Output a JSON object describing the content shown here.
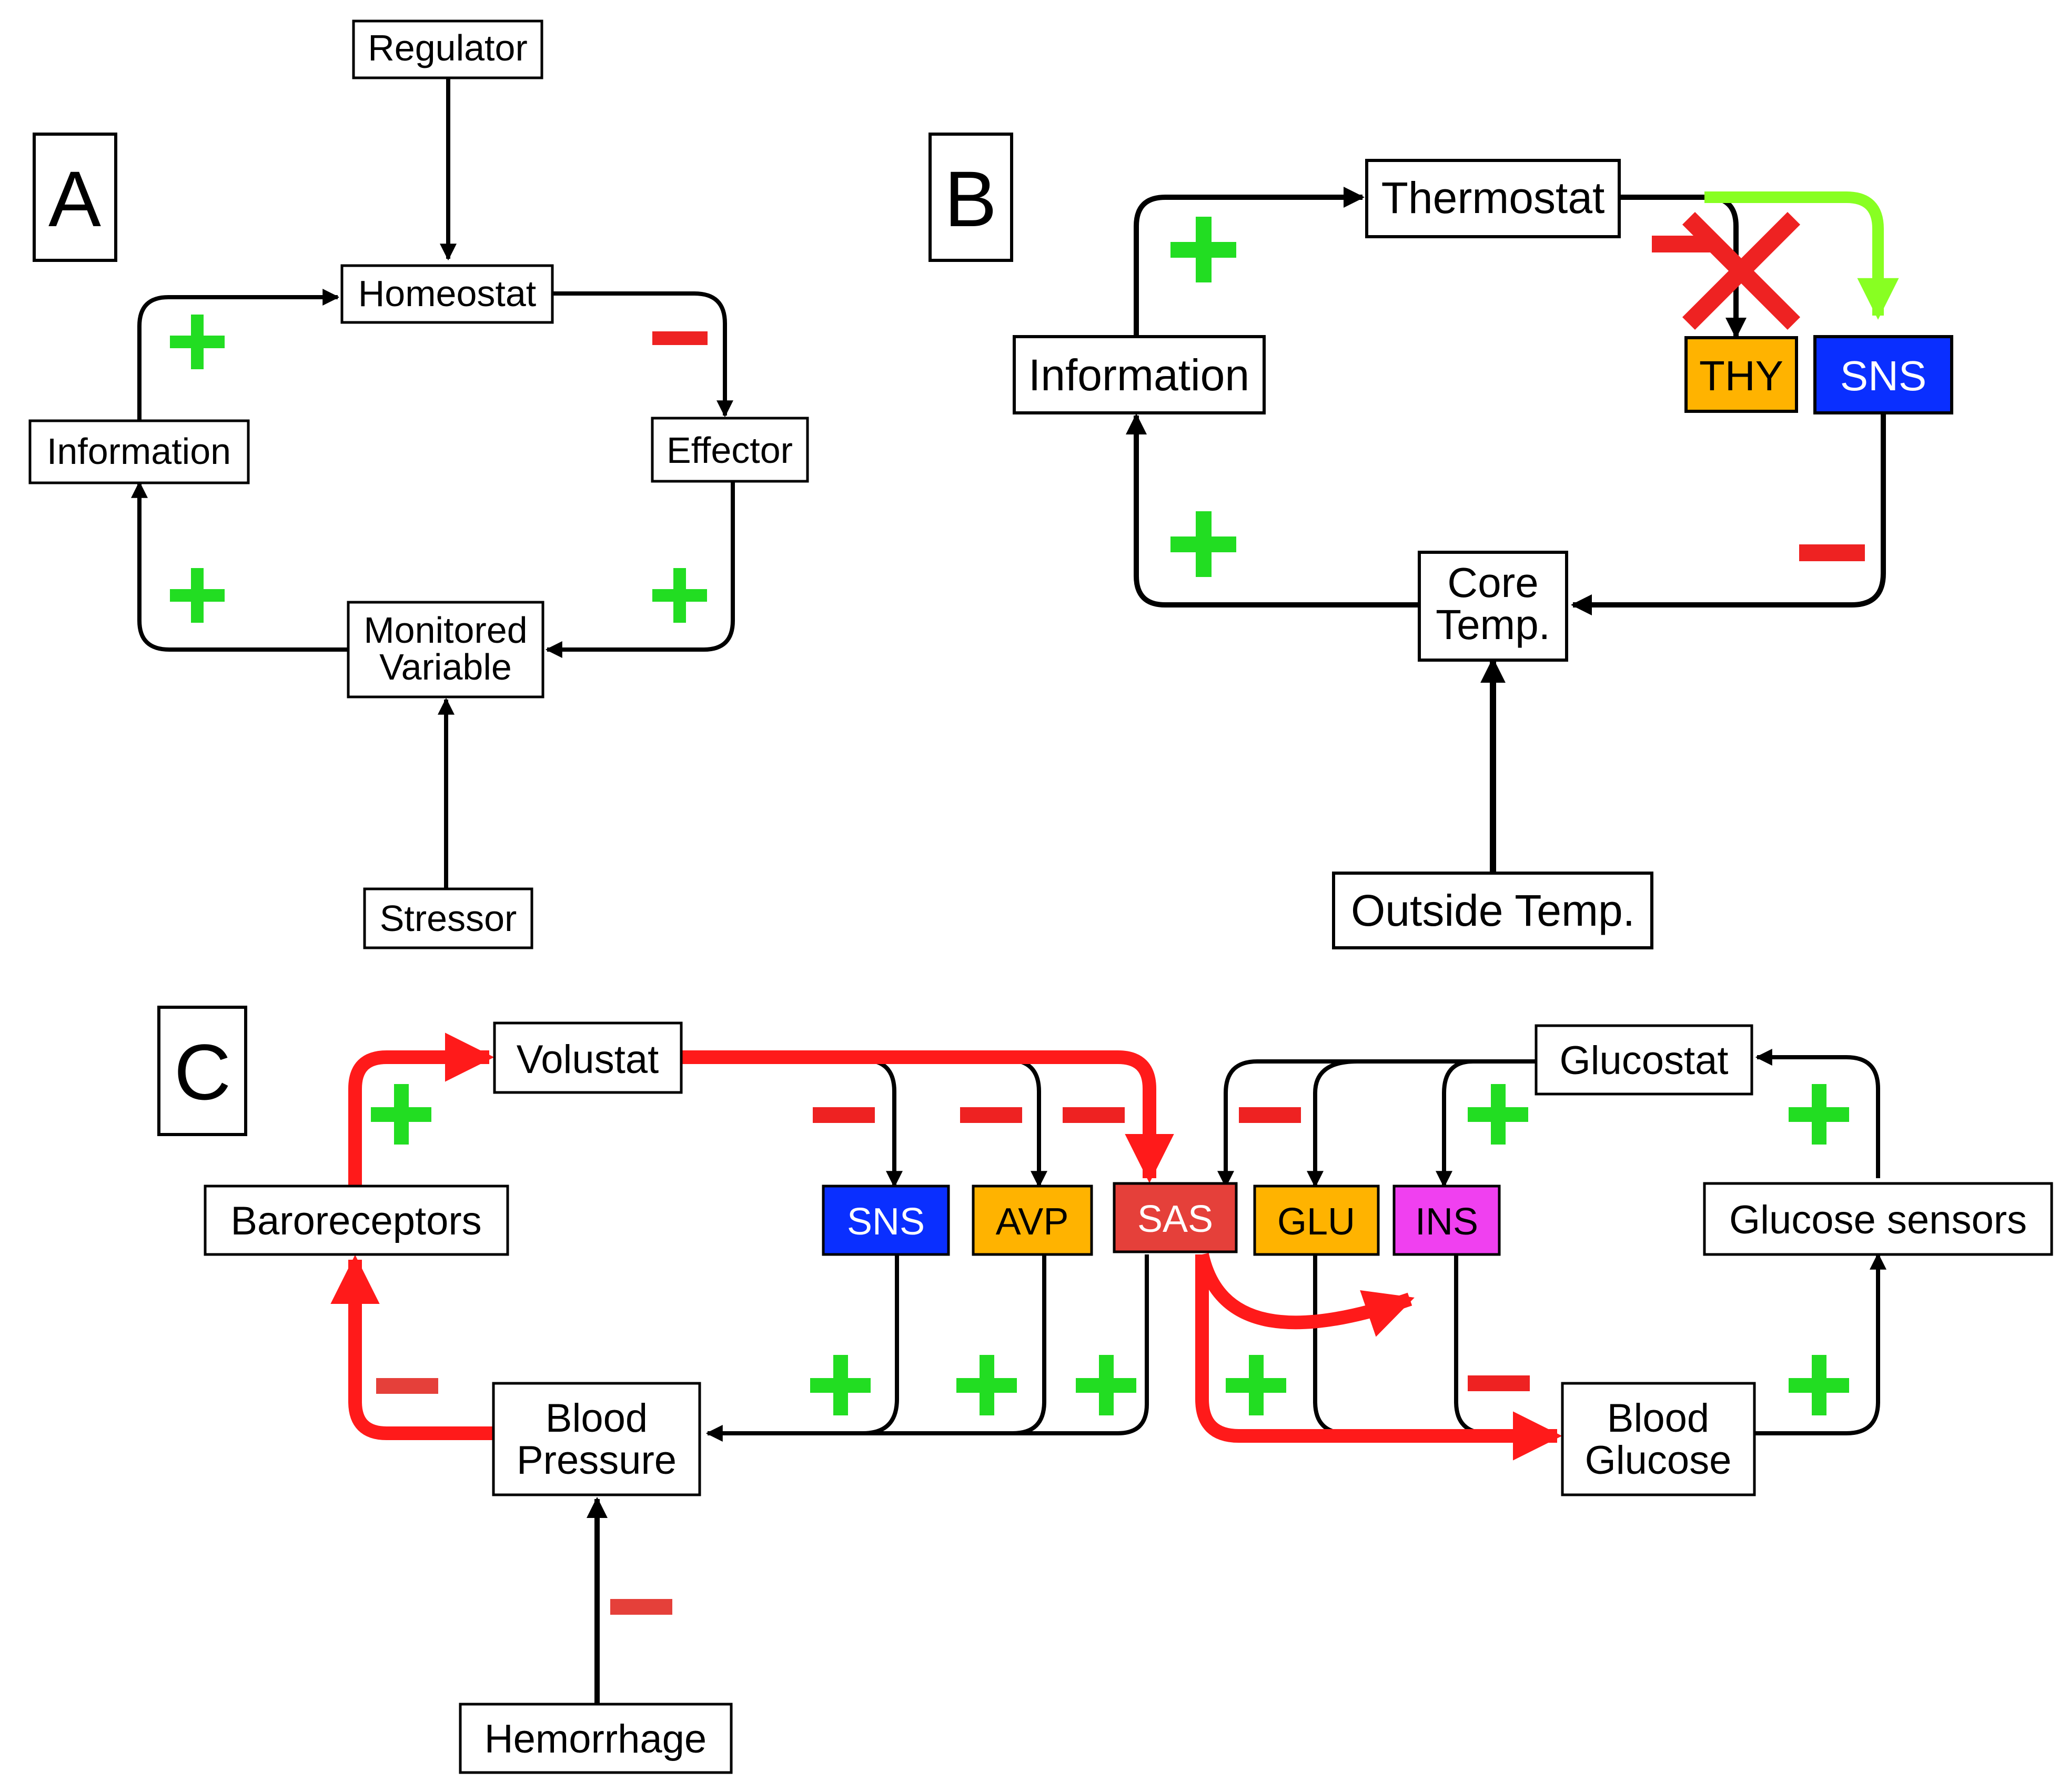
{
  "panels": {
    "a": {
      "label": "A",
      "nodes": {
        "regulator": "Regulator",
        "homeostat": "Homeostat",
        "information": "Information",
        "effector": "Effector",
        "monitored_line1": "Monitored",
        "monitored_line2": "Variable",
        "stressor": "Stressor"
      }
    },
    "b": {
      "label": "B",
      "nodes": {
        "thermostat": "Thermostat",
        "information": "Information",
        "thy": "THY",
        "sns": "SNS",
        "core_line1": "Core",
        "core_line2": "Temp.",
        "outside": "Outside Temp."
      }
    },
    "c": {
      "label": "C",
      "nodes": {
        "volustat": "Volustat",
        "baroreceptors": "Baroreceptors",
        "sns": "SNS",
        "avp": "AVP",
        "sas": "SAS",
        "glu": "GLU",
        "ins": "INS",
        "glucostat": "Glucostat",
        "glucose_sensors": "Glucose sensors",
        "bp_line1": "Blood",
        "bp_line2": "Pressure",
        "bg_line1": "Blood",
        "bg_line2": "Glucose",
        "hemorrhage": "Hemorrhage"
      }
    }
  },
  "colors": {
    "positive_sign": "#22dd22",
    "negative_sign": "#ee2222",
    "red_arrow": "#ff1a1a",
    "green_arrow": "#88ff22",
    "sns_box": "#0a2fff",
    "thy_box": "#ffb300",
    "avp_box": "#ffb300",
    "glu_box": "#ffb300",
    "sas_box": "#e5403a",
    "ins_box": "#f040f0"
  }
}
